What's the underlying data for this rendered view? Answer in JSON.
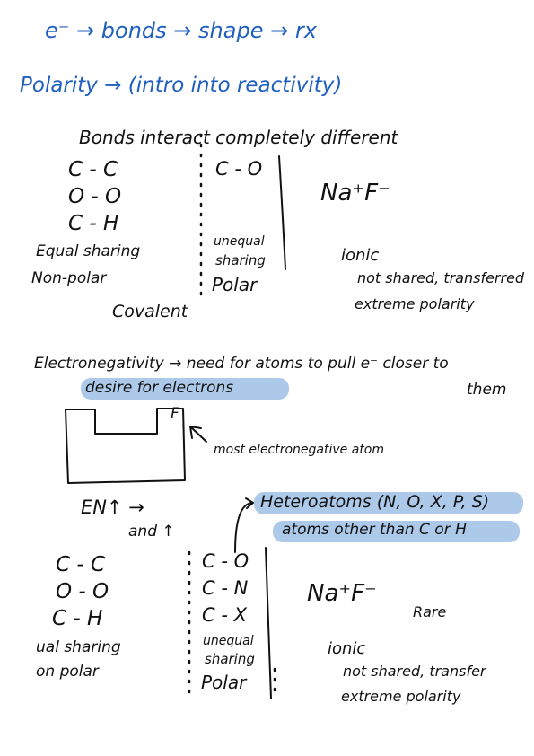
{
  "header": {
    "flow_line": "e⁻ → bonds → shape → rx",
    "polarity_line": "Polarity → (intro into reactivity)"
  },
  "bonds_section": {
    "heading": "Bonds interact completely different",
    "left_bonds": [
      "C - C",
      "O - O",
      "C - H"
    ],
    "equal_sharing": "Equal sharing",
    "non_polar": "Non-polar",
    "covalent": "Covalent",
    "mid_bond": "C - O",
    "unequal": "unequal",
    "sharing": "sharing",
    "polar": "Polar",
    "ionic_example": "Na⁺F⁻",
    "ionic": "ionic",
    "not_shared": "not shared, transferred",
    "extreme": "extreme polarity"
  },
  "electronegativity": {
    "definition": "Electronegativity → need for atoms to pull e⁻ closer to",
    "definition_end": "them",
    "desire": "desire for electrons",
    "box_label": "F",
    "most_en": "most electronegative atom",
    "trend_1": "EN↑ →",
    "trend_2": "and ↑",
    "heteroatoms": "Heteroatoms (N, O, X, P, S)",
    "heteroatoms_def": "atoms other than C or H"
  },
  "bonds_section_2": {
    "left_bonds": [
      "C - C",
      "O - O",
      "C - H"
    ],
    "equal_sharing": "ual sharing",
    "non_polar": "on polar",
    "mid_bonds": [
      "C - O",
      "C - N",
      "C - X"
    ],
    "unequal": "unequal",
    "sharing": "sharing",
    "polar": "Polar",
    "ionic_example": "Na⁺F⁻",
    "rare": "Rare",
    "ionic": "ionic",
    "not_shared": "not shared, transfer",
    "extreme": "extreme polarity"
  },
  "colors": {
    "ink": "#111111",
    "blue_ink": "#1f5fc0",
    "highlight": "#9fbfe6"
  }
}
